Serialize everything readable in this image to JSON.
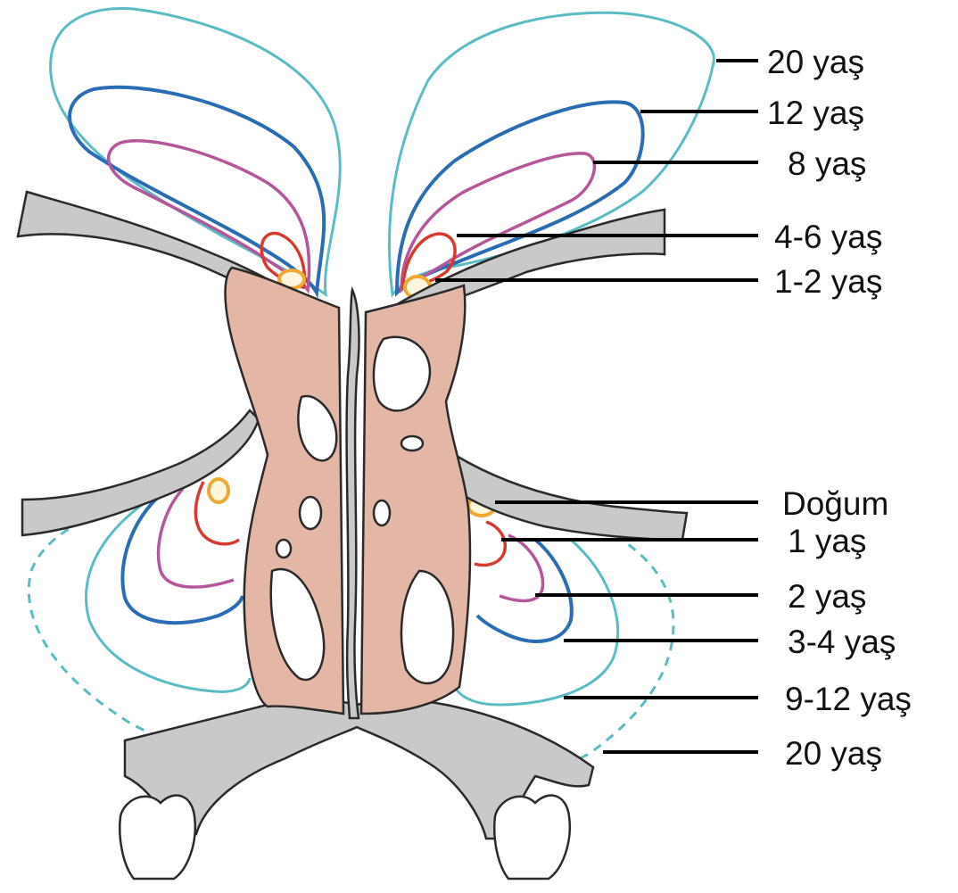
{
  "labels": {
    "frontal_20": "20 yaş",
    "frontal_12": "12 yaş",
    "frontal_8": "8 yaş",
    "frontal_4_6": "4-6 yaş",
    "frontal_1_2": "1-2 yaş",
    "max_birth": "Doğum",
    "max_1": "1 yaş",
    "max_2": "2 yaş",
    "max_3_4": "3-4 yaş",
    "max_9_12": "9-12 yaş",
    "max_20": "20 yaş"
  },
  "colors": {
    "stage_20": "#5bbcc6",
    "stage_12": "#2a6db5",
    "stage_8": "#b5569a",
    "stage_4_6": "#d63a2e",
    "stage_1_2": "#f1a832",
    "mucosa": "#e3b6a5",
    "bone": "#c9c9c9",
    "outline": "#2a2a2a",
    "leader": "#000000"
  }
}
